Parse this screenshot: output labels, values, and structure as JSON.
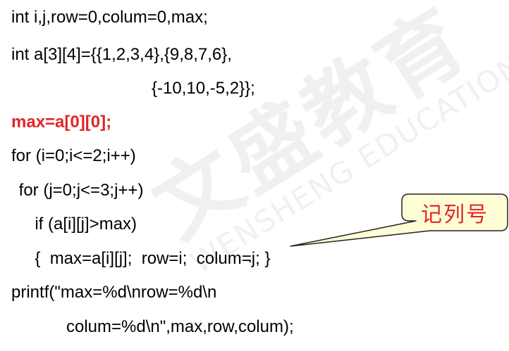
{
  "watermark": {
    "chinese": "文盛教育",
    "english": "WENSHENG EDUCATION"
  },
  "code": {
    "line1": "int i,j,row=0,colum=0,max;",
    "line2": "int a[3][4]={{1,2,3,4},{9,8,7,6},",
    "line3": "{-10,10,-5,2}};",
    "line4": "max=a[0][0];",
    "line5": "for (i=0;i<=2;i++)",
    "line6": " for (j=0;j<=3;j++)",
    "line7": "  if (a[i][j]>max)",
    "line8": "  {  max=a[i][j];  row=i;  colum=j; }",
    "line9": "printf(\"max=%d\\nrow=%d\\n",
    "line10": "colum=%d\\n\",max,row,colum);"
  },
  "callout": {
    "text": "记列号",
    "fill": "#fffdd6",
    "text_color": "#e1262a"
  },
  "colors": {
    "highlight": "#e1262a",
    "text": "#000000"
  }
}
